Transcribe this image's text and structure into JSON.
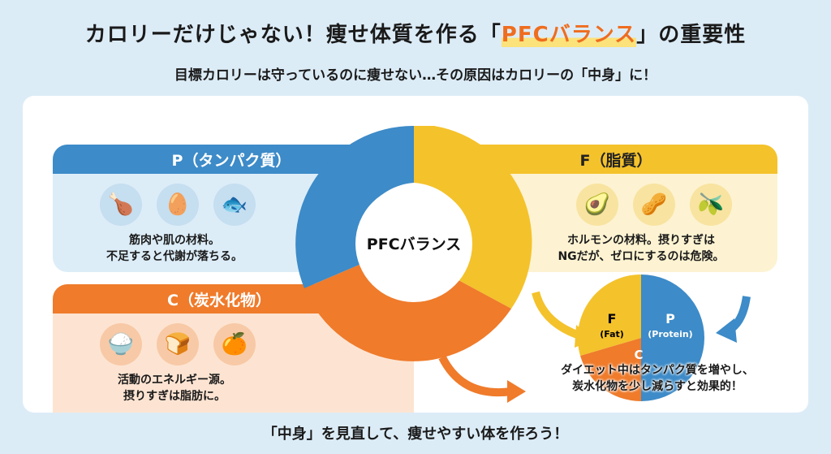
{
  "header": {
    "title_pre": "カロリーだけじゃない！痩せ体質を作る「",
    "title_highlight": "PFCバランス",
    "title_post": "」の重要性",
    "subtitle": "目標カロリーは守っているのに痩せない…その原因はカロリーの「中身」に！"
  },
  "protein": {
    "title": "P（タンパク質）",
    "line1": "筋肉や肌の材料。",
    "line2": "不足すると代謝が落ちる。",
    "color": "#3d8bc8"
  },
  "fat": {
    "title": "F（脂質）",
    "line1": "ホルモンの材料。摂りすぎは",
    "line2": "NGだが、ゼロにするのは危険。",
    "color": "#f4c22b"
  },
  "carb": {
    "title": "C（炭水化物）",
    "line1": "活動のエネルギー源。",
    "line2": "摂りすぎは脂肪に。",
    "color": "#ef7b2b"
  },
  "center": {
    "label": "PFCバランス"
  },
  "pie": {
    "f": "F",
    "f_sub": "(Fat)",
    "p": "P",
    "p_sub": "(Protein)",
    "c": "C",
    "shares": {
      "P": 0.5,
      "F": 0.3,
      "C": 0.2
    }
  },
  "tip": {
    "line1": "ダイエット中はタンパク質を増やし、",
    "line2": "炭水化物を少し減らすと効果的！"
  },
  "footer": "「中身」を見直して、痩せやすい体を作ろう！"
}
